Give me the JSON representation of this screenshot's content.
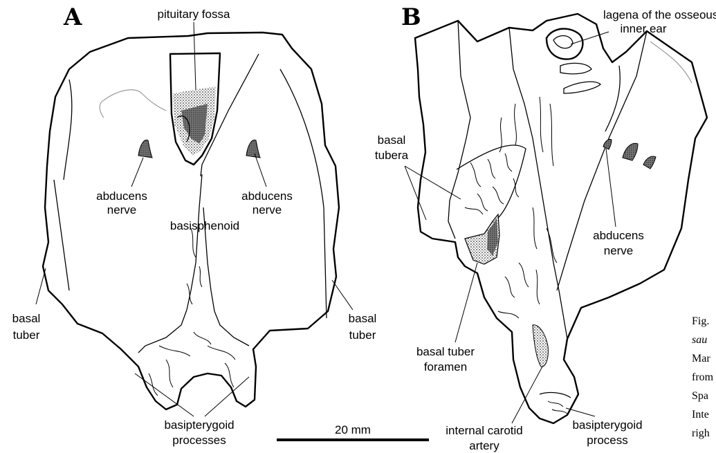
{
  "panels": {
    "a": {
      "letter": "A"
    },
    "b": {
      "letter": "B"
    }
  },
  "labels": {
    "a": {
      "pituitary_fossa": "pituitary fossa",
      "abducens_left_1": "abducens",
      "abducens_left_2": "nerve",
      "abducens_right_1": "abducens",
      "abducens_right_2": "nerve",
      "basisphenoid": "basisphenoid",
      "basal_tuber_left_1": "basal",
      "basal_tuber_left_2": "tuber",
      "basal_tuber_right_1": "basal",
      "basal_tuber_right_2": "tuber",
      "basipterygoid_1": "basipterygoid",
      "basipterygoid_2": "processes"
    },
    "b": {
      "lagena_1": "lagena of the osseous",
      "lagena_2": "inner ear",
      "basal_tubera_1": "basal",
      "basal_tubera_2": "tubera",
      "abducens_1": "abducens",
      "abducens_2": "nerve",
      "basal_tuber_foramen_1": "basal tuber",
      "basal_tuber_foramen_2": "foramen",
      "internal_carotid_1": "internal carotid",
      "internal_carotid_2": "artery",
      "basipterygoid_1": "basipterygoid",
      "basipterygoid_2": "process"
    }
  },
  "scale_bar": {
    "label": "20 mm"
  },
  "caption_fragments": [
    "Fig.",
    "sau",
    "Mar",
    "from",
    "Spa",
    "Inte",
    "righ"
  ]
}
